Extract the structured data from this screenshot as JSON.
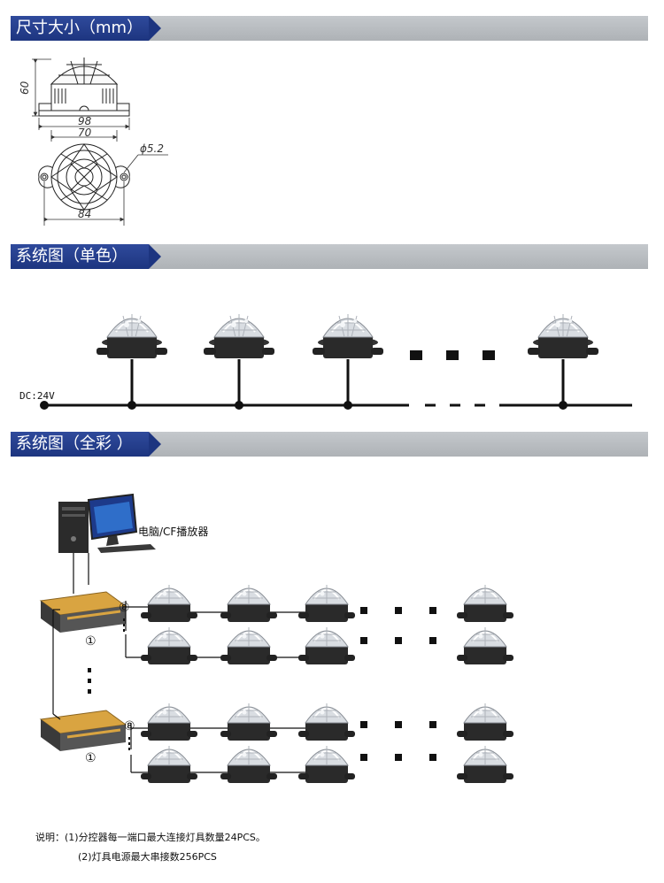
{
  "sections": {
    "dimensions": {
      "title": "尺寸大小（mm）"
    },
    "single_color": {
      "title": "系统图（单色）"
    },
    "full_color": {
      "title": "系统图（全彩 ）"
    }
  },
  "dimensions": {
    "height": "60",
    "width_outer": "98",
    "width_top": "70",
    "hole_diameter": "ϕ5.2",
    "mount_spacing": "84"
  },
  "single_color_diagram": {
    "power_label": "DC:24V"
  },
  "full_color_diagram": {
    "computer_label": "电脑/CF播放器",
    "port_first": "①",
    "port_last": "⑧"
  },
  "notes": {
    "prefix": "说明：",
    "line1": "(1)分控器每一端口最大连接灯具数量24PCS。",
    "line2": "(2)灯具电源最大串接数256PCS"
  },
  "colors": {
    "header_blue": "#1d3580",
    "header_gray": "#b4b8bc",
    "controller_gold": "#d9a441"
  }
}
